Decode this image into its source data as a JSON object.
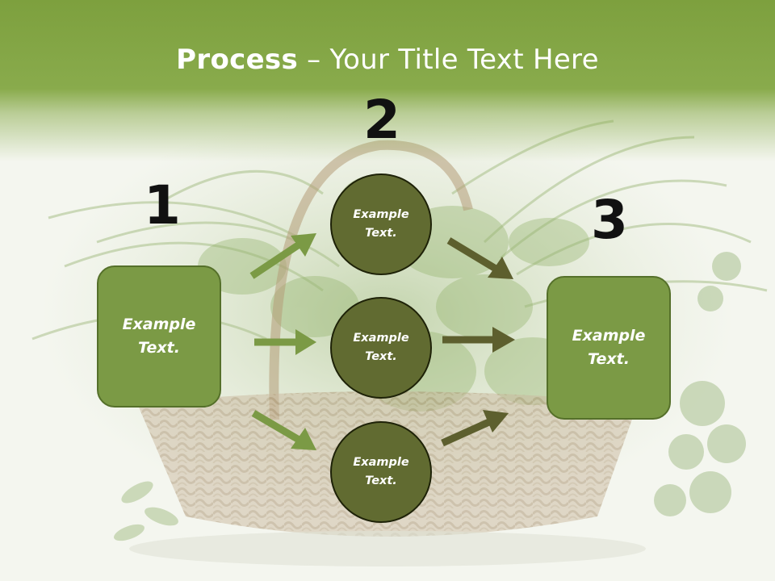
{
  "title": {
    "bold": "Process",
    "rest": " – Your Title Text Here"
  },
  "steps": [
    {
      "number": "1",
      "box_text": "Example\nText."
    },
    {
      "number": "2"
    },
    {
      "number": "3",
      "box_text": "Example\nText."
    }
  ],
  "circles": [
    {
      "text": "Example\nText."
    },
    {
      "text": "Example\nText."
    },
    {
      "text": "Example\nText."
    }
  ],
  "colors": {
    "header_green": "#7da03e",
    "box_fill": "#7b9a45",
    "circle_fill": "#616b31",
    "arrow_light": "#7b9a45",
    "arrow_dark": "#5d5f2e"
  }
}
